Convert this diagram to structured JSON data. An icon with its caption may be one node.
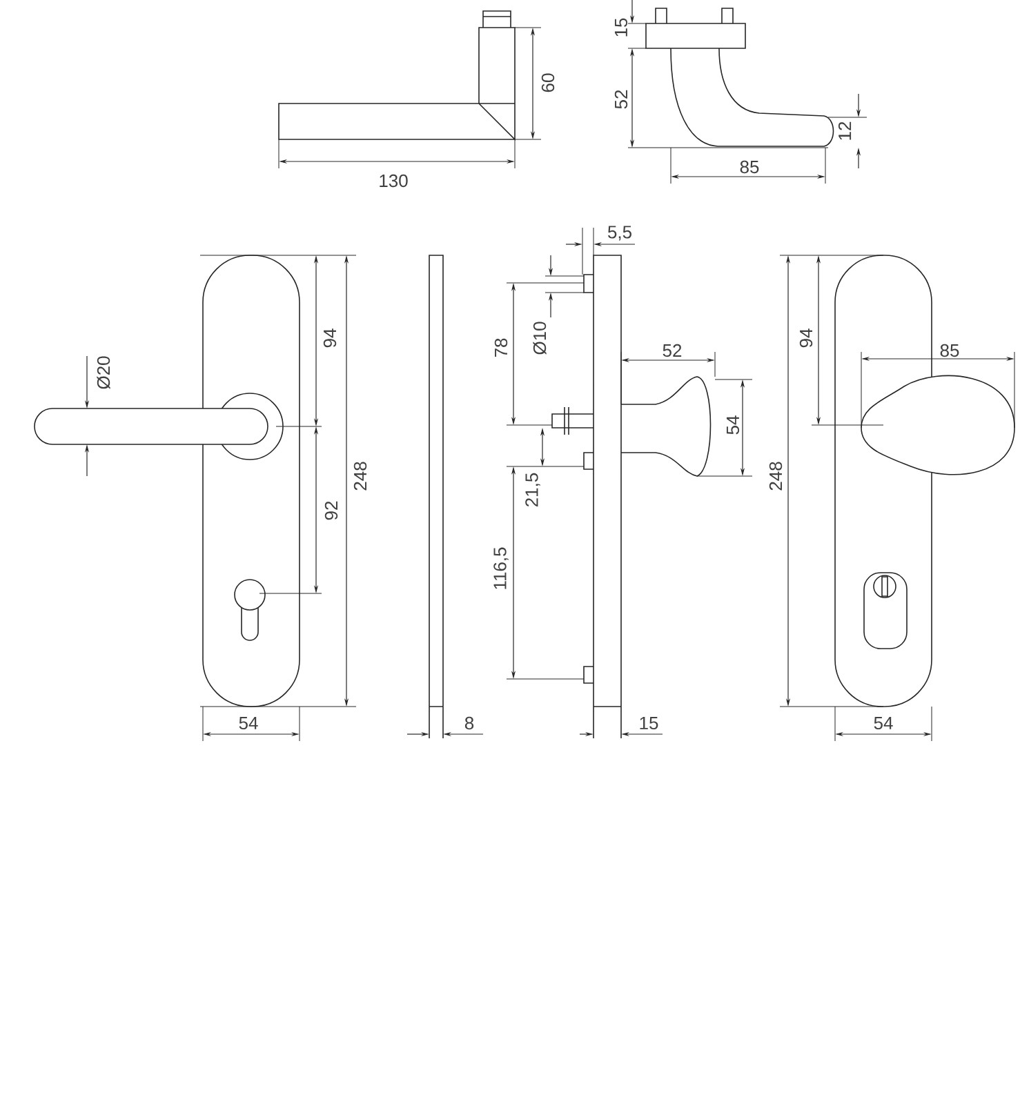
{
  "diagram": {
    "labels": [
      "60",
      "15",
      "52",
      "12",
      "130",
      "85",
      "5,5",
      "Ø20",
      "94",
      "78",
      "Ø10",
      "52",
      "94",
      "85",
      "54",
      "248",
      "92",
      "21,5",
      "248",
      "116,5",
      "54",
      "8",
      "15",
      "54"
    ]
  }
}
